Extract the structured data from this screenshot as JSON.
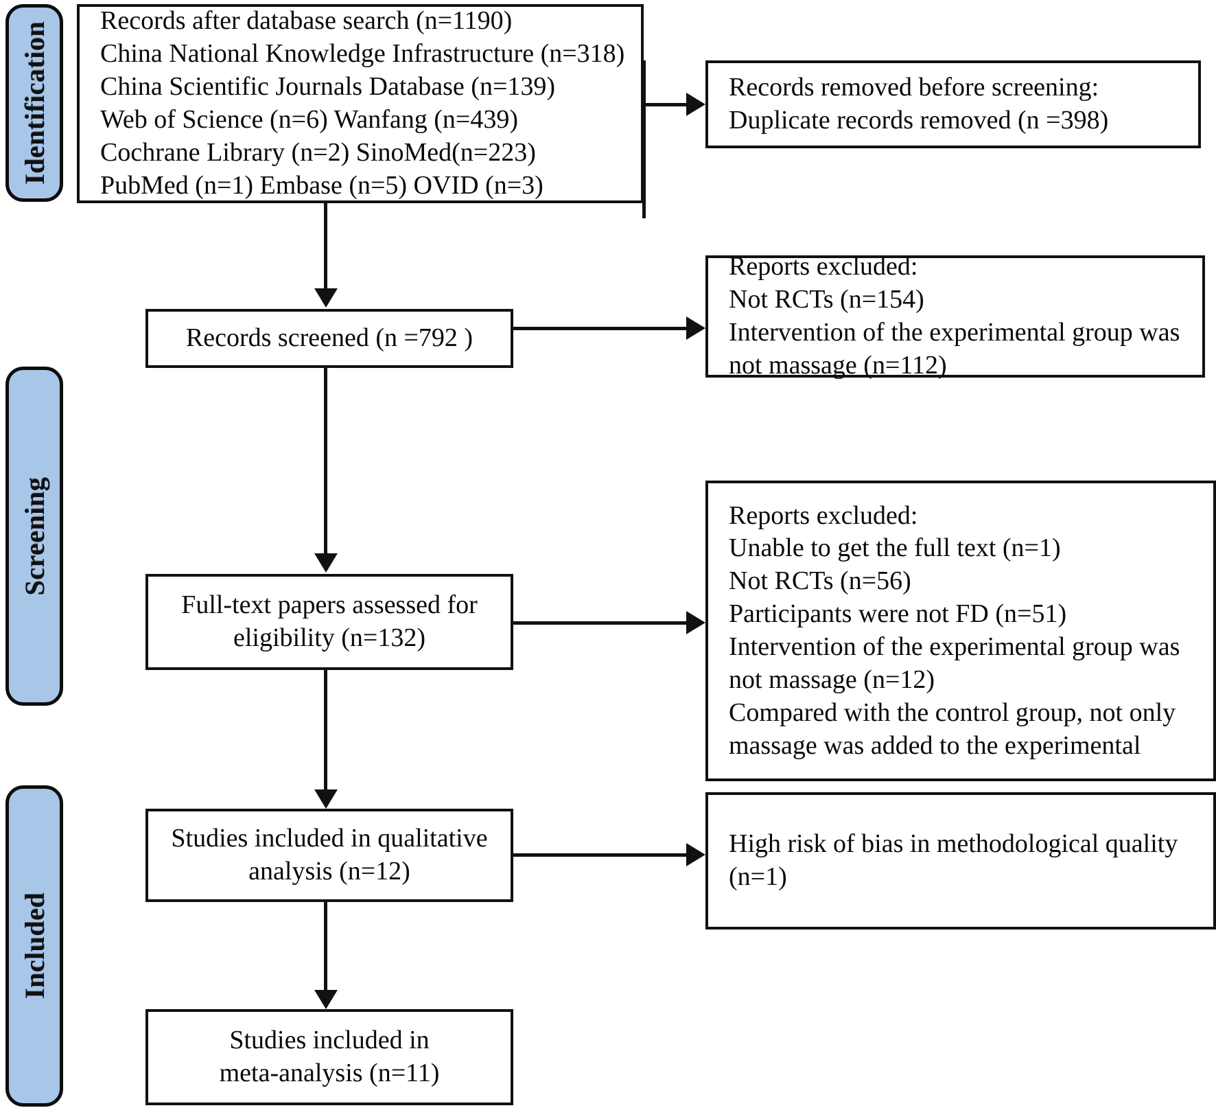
{
  "diagram": {
    "title": "PRISMA study selection flow diagram",
    "accent_color": "#a8c6e8",
    "line_color": "#111111",
    "stages": [
      {
        "id": "identification",
        "label": "Identification"
      },
      {
        "id": "screening",
        "label": "Screening"
      },
      {
        "id": "included",
        "label": "Included"
      }
    ],
    "boxes": {
      "records_identified": {
        "lines": [
          "Records after database search (n=1190)",
          "China National Knowledge Infrastructure (n=318)",
          "China Scientific Journals Database (n=139)",
          "Web of Science (n=6)        Wanfang (n=439)",
          "Cochrane Library (n=2)    SinoMed(n=223)",
          "PubMed (n=1)     Embase (n=5)     OVID (n=3)"
        ]
      },
      "records_removed": {
        "lines": [
          "Records removed before screening:",
          "Duplicate records removed (n =398)"
        ]
      },
      "records_screened": {
        "lines": [
          "Records screened (n =792 )"
        ]
      },
      "reports_excluded_screening": {
        "lines": [
          "Reports excluded:",
          "Not RCTs (n=154)",
          "Intervention of the experimental group was",
          "not massage (n=112)"
        ]
      },
      "fulltext_assessed": {
        "lines": [
          "Full-text papers assessed for",
          "eligibility (n=132)"
        ]
      },
      "reports_excluded_eligibility": {
        "lines": [
          "Reports excluded:",
          "Unable to get the full text (n=1)",
          "Not RCTs (n=56)",
          "Participants were not FD (n=51)",
          "Intervention of the experimental group was",
          "not massage (n=12)",
          "Compared with the control group, not only",
          "massage was added to the experimental"
        ]
      },
      "qualitative_included": {
        "lines": [
          "Studies included in qualitative",
          "analysis (n=12)"
        ]
      },
      "high_risk_excluded": {
        "lines": [
          "High risk of bias in methodological quality",
          "(n=1)"
        ]
      },
      "meta_included": {
        "lines": [
          "Studies included in",
          "meta-analysis (n=11)"
        ]
      }
    }
  }
}
